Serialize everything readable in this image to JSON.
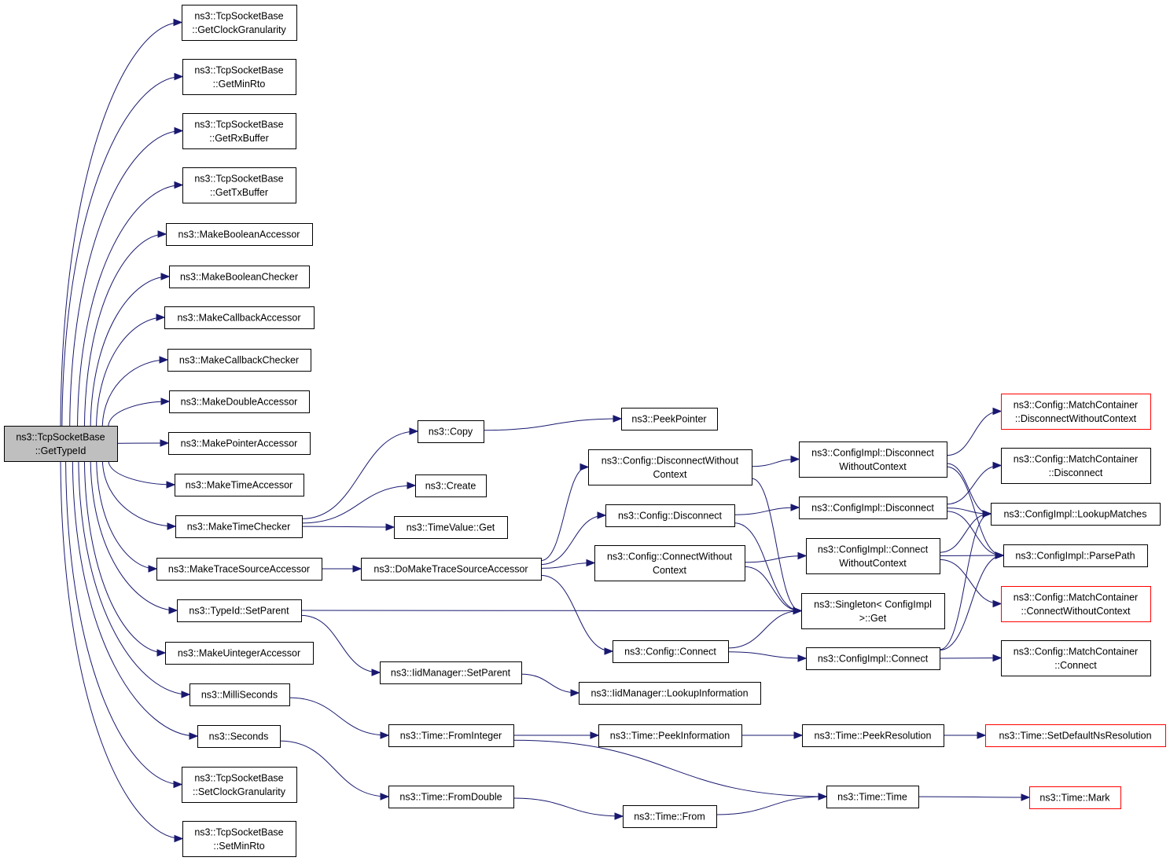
{
  "diagram": {
    "nodes": [
      {
        "id": "root",
        "lines": [
          "ns3::TcpSocketBase",
          "::GetTypeId"
        ],
        "style": "root"
      },
      {
        "id": "getClockGranularity",
        "lines": [
          "ns3::TcpSocketBase",
          "::GetClockGranularity"
        ]
      },
      {
        "id": "getMinRto",
        "lines": [
          "ns3::TcpSocketBase",
          "::GetMinRto"
        ]
      },
      {
        "id": "getRxBuffer",
        "lines": [
          "ns3::TcpSocketBase",
          "::GetRxBuffer"
        ]
      },
      {
        "id": "getTxBuffer",
        "lines": [
          "ns3::TcpSocketBase",
          "::GetTxBuffer"
        ]
      },
      {
        "id": "makeBooleanAccessor",
        "lines": [
          "ns3::MakeBooleanAccessor"
        ]
      },
      {
        "id": "makeBooleanChecker",
        "lines": [
          "ns3::MakeBooleanChecker"
        ]
      },
      {
        "id": "makeCallbackAccessor",
        "lines": [
          "ns3::MakeCallbackAccessor"
        ]
      },
      {
        "id": "makeCallbackChecker",
        "lines": [
          "ns3::MakeCallbackChecker"
        ]
      },
      {
        "id": "makeDoubleAccessor",
        "lines": [
          "ns3::MakeDoubleAccessor"
        ]
      },
      {
        "id": "makePointerAccessor",
        "lines": [
          "ns3::MakePointerAccessor"
        ]
      },
      {
        "id": "makeTimeAccessor",
        "lines": [
          "ns3::MakeTimeAccessor"
        ]
      },
      {
        "id": "makeTimeChecker",
        "lines": [
          "ns3::MakeTimeChecker"
        ]
      },
      {
        "id": "makeTraceSourceAccessor",
        "lines": [
          "ns3::MakeTraceSourceAccessor"
        ]
      },
      {
        "id": "typeIdSetParent",
        "lines": [
          "ns3::TypeId::SetParent"
        ]
      },
      {
        "id": "makeUintegerAccessor",
        "lines": [
          "ns3::MakeUintegerAccessor"
        ]
      },
      {
        "id": "milliSeconds",
        "lines": [
          "ns3::MilliSeconds"
        ]
      },
      {
        "id": "seconds",
        "lines": [
          "ns3::Seconds"
        ]
      },
      {
        "id": "setClockGranularity",
        "lines": [
          "ns3::TcpSocketBase",
          "::SetClockGranularity"
        ]
      },
      {
        "id": "setMinRto",
        "lines": [
          "ns3::TcpSocketBase",
          "::SetMinRto"
        ]
      },
      {
        "id": "copy",
        "lines": [
          "ns3::Copy"
        ]
      },
      {
        "id": "create",
        "lines": [
          "ns3::Create"
        ]
      },
      {
        "id": "timeValueGet",
        "lines": [
          "ns3::TimeValue::Get"
        ]
      },
      {
        "id": "doMakeTraceSourceAccessor",
        "lines": [
          "ns3::DoMakeTraceSourceAccessor"
        ]
      },
      {
        "id": "iidSetParent",
        "lines": [
          "ns3::IidManager::SetParent"
        ]
      },
      {
        "id": "fromInteger",
        "lines": [
          "ns3::Time::FromInteger"
        ]
      },
      {
        "id": "fromDouble",
        "lines": [
          "ns3::Time::FromDouble"
        ]
      },
      {
        "id": "peekPointer",
        "lines": [
          "ns3::PeekPointer"
        ]
      },
      {
        "id": "configDisconnectWithoutContext",
        "lines": [
          "ns3::Config::DisconnectWithout",
          "Context"
        ]
      },
      {
        "id": "configDisconnect",
        "lines": [
          "ns3::Config::Disconnect"
        ]
      },
      {
        "id": "configConnectWithoutContext",
        "lines": [
          "ns3::Config::ConnectWithout",
          "Context"
        ]
      },
      {
        "id": "configConnect",
        "lines": [
          "ns3::Config::Connect"
        ]
      },
      {
        "id": "iidLookupInformation",
        "lines": [
          "ns3::IidManager::LookupInformation"
        ]
      },
      {
        "id": "peekInformation",
        "lines": [
          "ns3::Time::PeekInformation"
        ]
      },
      {
        "id": "timeFrom",
        "lines": [
          "ns3::Time::From"
        ]
      },
      {
        "id": "implDisconnectWithoutContext",
        "lines": [
          "ns3::ConfigImpl::Disconnect",
          "WithoutContext"
        ]
      },
      {
        "id": "implDisconnect",
        "lines": [
          "ns3::ConfigImpl::Disconnect"
        ]
      },
      {
        "id": "implConnectWithoutContext",
        "lines": [
          "ns3::ConfigImpl::Connect",
          "WithoutContext"
        ]
      },
      {
        "id": "singletonGet",
        "lines": [
          "ns3::Singleton< ConfigImpl",
          " >::Get"
        ]
      },
      {
        "id": "implConnect",
        "lines": [
          "ns3::ConfigImpl::Connect"
        ]
      },
      {
        "id": "peekResolution",
        "lines": [
          "ns3::Time::PeekResolution"
        ]
      },
      {
        "id": "timeTime",
        "lines": [
          "ns3::Time::Time"
        ]
      },
      {
        "id": "mcDisconnectWithoutContext",
        "lines": [
          "ns3::Config::MatchContainer",
          "::DisconnectWithoutContext"
        ],
        "style": "trunc"
      },
      {
        "id": "mcDisconnect",
        "lines": [
          "ns3::Config::MatchContainer",
          "::Disconnect"
        ]
      },
      {
        "id": "lookupMatches",
        "lines": [
          "ns3::ConfigImpl::LookupMatches"
        ]
      },
      {
        "id": "parsePath",
        "lines": [
          "ns3::ConfigImpl::ParsePath"
        ]
      },
      {
        "id": "mcConnectWithoutContext",
        "lines": [
          "ns3::Config::MatchContainer",
          "::ConnectWithoutContext"
        ],
        "style": "trunc"
      },
      {
        "id": "mcConnect",
        "lines": [
          "ns3::Config::MatchContainer",
          "::Connect"
        ]
      },
      {
        "id": "setDefaultNsResolution",
        "lines": [
          "ns3::Time::SetDefaultNsResolution"
        ],
        "style": "trunc"
      },
      {
        "id": "timeMark",
        "lines": [
          "ns3::Time::Mark"
        ],
        "style": "trunc"
      }
    ],
    "edges": [
      [
        "root",
        "getClockGranularity"
      ],
      [
        "root",
        "getMinRto"
      ],
      [
        "root",
        "getRxBuffer"
      ],
      [
        "root",
        "getTxBuffer"
      ],
      [
        "root",
        "makeBooleanAccessor"
      ],
      [
        "root",
        "makeBooleanChecker"
      ],
      [
        "root",
        "makeCallbackAccessor"
      ],
      [
        "root",
        "makeCallbackChecker"
      ],
      [
        "root",
        "makeDoubleAccessor"
      ],
      [
        "root",
        "makePointerAccessor"
      ],
      [
        "root",
        "makeTimeAccessor"
      ],
      [
        "root",
        "makeTimeChecker"
      ],
      [
        "root",
        "makeTraceSourceAccessor"
      ],
      [
        "root",
        "typeIdSetParent"
      ],
      [
        "root",
        "makeUintegerAccessor"
      ],
      [
        "root",
        "milliSeconds"
      ],
      [
        "root",
        "seconds"
      ],
      [
        "root",
        "setClockGranularity"
      ],
      [
        "root",
        "setMinRto"
      ],
      [
        "makeTimeChecker",
        "copy"
      ],
      [
        "makeTimeChecker",
        "create"
      ],
      [
        "makeTimeChecker",
        "timeValueGet"
      ],
      [
        "copy",
        "peekPointer"
      ],
      [
        "makeTraceSourceAccessor",
        "doMakeTraceSourceAccessor"
      ],
      [
        "doMakeTraceSourceAccessor",
        "configDisconnectWithoutContext"
      ],
      [
        "doMakeTraceSourceAccessor",
        "configDisconnect"
      ],
      [
        "doMakeTraceSourceAccessor",
        "configConnectWithoutContext"
      ],
      [
        "doMakeTraceSourceAccessor",
        "configConnect"
      ],
      [
        "typeIdSetParent",
        "singletonGet"
      ],
      [
        "typeIdSetParent",
        "iidSetParent"
      ],
      [
        "iidSetParent",
        "iidLookupInformation"
      ],
      [
        "milliSeconds",
        "fromInteger"
      ],
      [
        "seconds",
        "fromDouble"
      ],
      [
        "fromInteger",
        "peekInformation"
      ],
      [
        "fromInteger",
        "timeTime"
      ],
      [
        "fromDouble",
        "timeFrom"
      ],
      [
        "timeFrom",
        "timeTime"
      ],
      [
        "peekInformation",
        "peekResolution"
      ],
      [
        "peekResolution",
        "setDefaultNsResolution"
      ],
      [
        "timeTime",
        "timeMark"
      ],
      [
        "configDisconnectWithoutContext",
        "implDisconnectWithoutContext"
      ],
      [
        "configDisconnectWithoutContext",
        "singletonGet"
      ],
      [
        "configDisconnect",
        "implDisconnect"
      ],
      [
        "configDisconnect",
        "singletonGet"
      ],
      [
        "configConnectWithoutContext",
        "implConnectWithoutContext"
      ],
      [
        "configConnectWithoutContext",
        "singletonGet"
      ],
      [
        "configConnect",
        "implConnect"
      ],
      [
        "configConnect",
        "singletonGet"
      ],
      [
        "implDisconnectWithoutContext",
        "mcDisconnectWithoutContext"
      ],
      [
        "implDisconnectWithoutContext",
        "lookupMatches"
      ],
      [
        "implDisconnectWithoutContext",
        "parsePath"
      ],
      [
        "implDisconnect",
        "mcDisconnect"
      ],
      [
        "implDisconnect",
        "lookupMatches"
      ],
      [
        "implDisconnect",
        "parsePath"
      ],
      [
        "implConnectWithoutContext",
        "lookupMatches"
      ],
      [
        "implConnectWithoutContext",
        "parsePath"
      ],
      [
        "implConnectWithoutContext",
        "mcConnectWithoutContext"
      ],
      [
        "implConnect",
        "lookupMatches"
      ],
      [
        "implConnect",
        "parsePath"
      ],
      [
        "implConnect",
        "mcConnect"
      ]
    ]
  }
}
